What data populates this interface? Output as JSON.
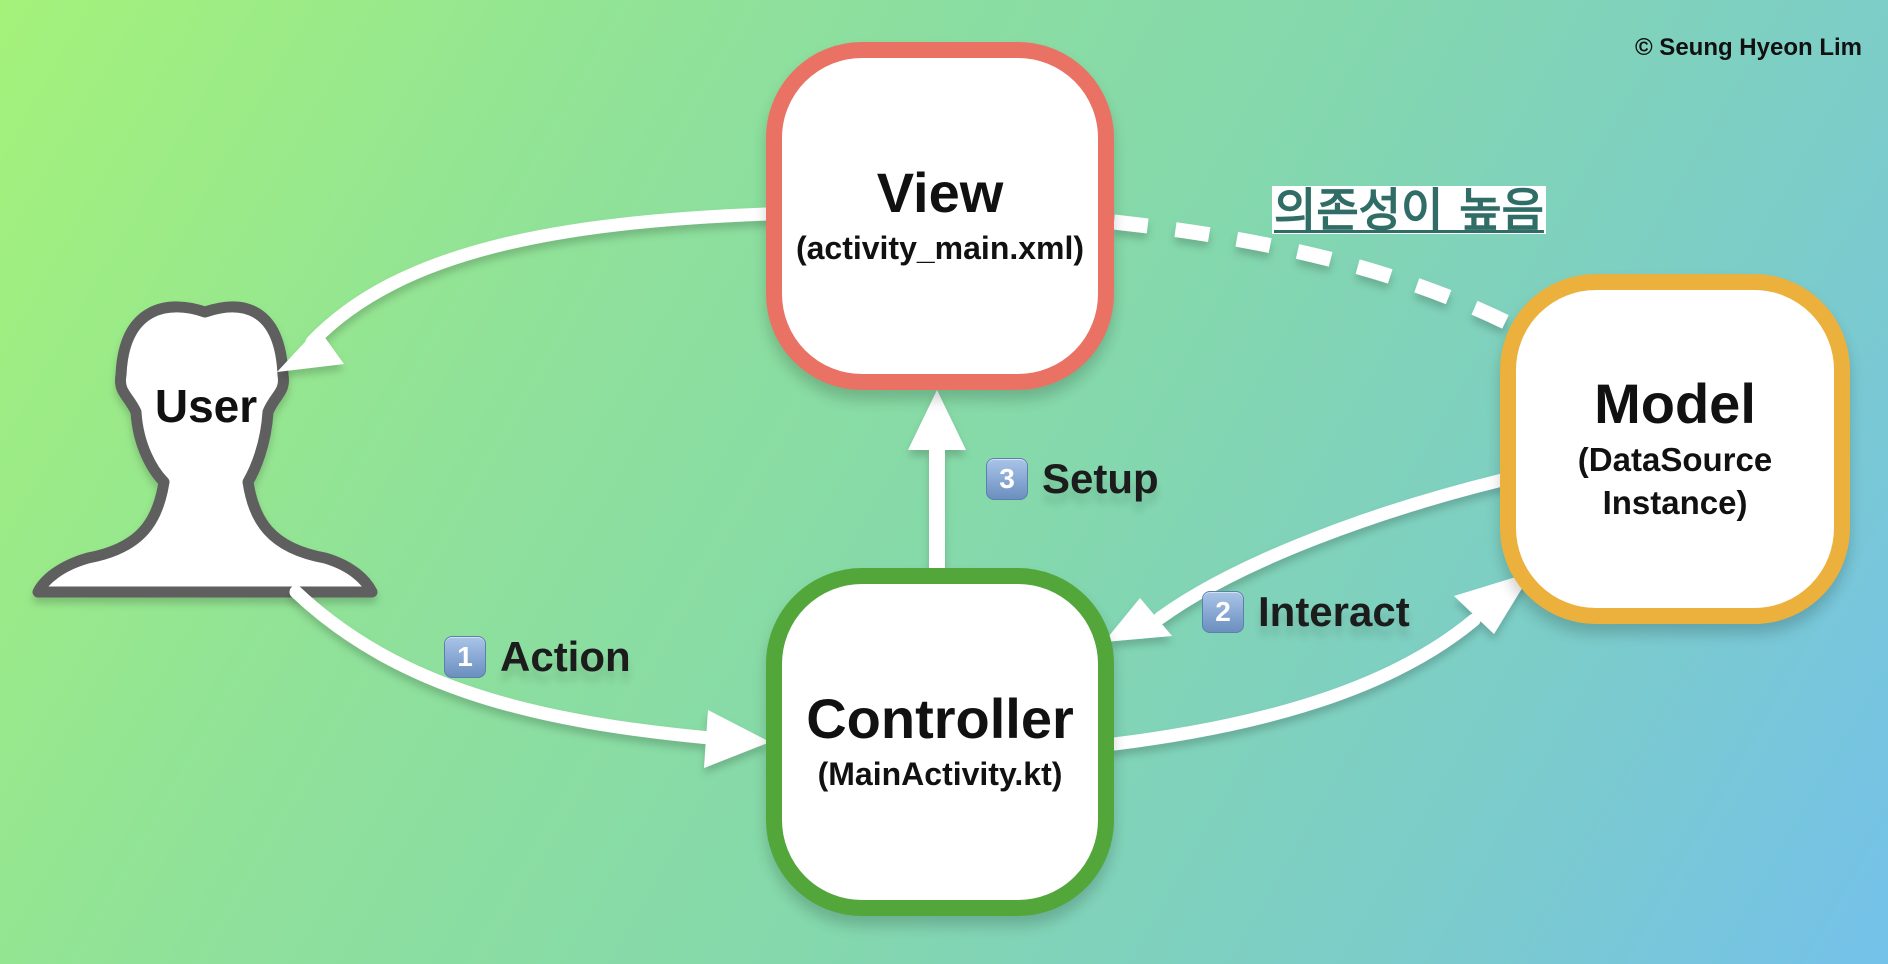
{
  "copyright": "© Seung Hyeon Lim",
  "nodes": {
    "view": {
      "title": "View",
      "subtitle": "(activity_main.xml)",
      "border_color": "#ea7264"
    },
    "controller": {
      "title": "Controller",
      "subtitle": "(MainActivity.kt)",
      "border_color": "#52a63a"
    },
    "model": {
      "title": "Model",
      "subtitle": "(DataSource Instance)",
      "border_color": "#ecb13d"
    },
    "user": {
      "label": "User",
      "icon": "user-silhouette-icon"
    }
  },
  "steps": {
    "action": {
      "badge": "1",
      "label": "Action"
    },
    "interact": {
      "badge": "2",
      "label": "Interact"
    },
    "setup": {
      "badge": "3",
      "label": "Setup"
    }
  },
  "dependency_note": "의존성이 높음",
  "colors": {
    "arrow": "#ffffff",
    "user_outline": "#5f5f5f",
    "note_text": "#2f6d66"
  }
}
